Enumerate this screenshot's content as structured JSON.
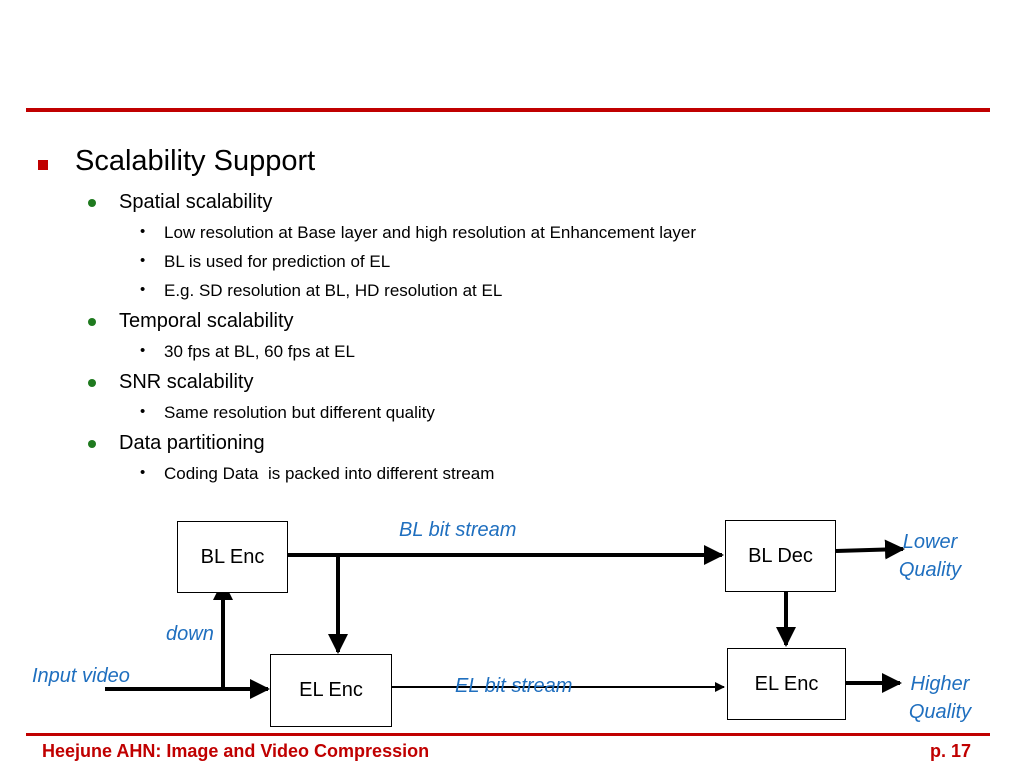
{
  "colors": {
    "accent": "#c00000",
    "bullet_level2": "#1f7a1f",
    "diagram_label": "#1f6fbf"
  },
  "content": {
    "heading": "Scalability Support",
    "items": [
      {
        "label": "Spatial scalability",
        "subitems": [
          "Low resolution at Base layer and high resolution at Enhancement layer",
          "BL is used for prediction of EL",
          "E.g. SD resolution at BL, HD resolution at EL"
        ]
      },
      {
        "label": "Temporal scalability",
        "subitems": [
          "30 fps at BL, 60 fps at EL"
        ]
      },
      {
        "label": "SNR scalability",
        "subitems": [
          "Same resolution but different quality"
        ]
      },
      {
        "label": "Data partitioning",
        "subitems": [
          "Coding Data  is packed into different stream"
        ]
      }
    ]
  },
  "diagram": {
    "boxes": {
      "bl_enc": "BL Enc",
      "bl_dec": "BL Dec",
      "el_enc_left": "EL Enc",
      "el_enc_right": "EL Enc"
    },
    "labels": {
      "bl_bit_stream": "BL bit stream",
      "el_bit_stream": "EL bit stream",
      "down": "down",
      "input_video": "Input video",
      "lower_quality_line1": "Lower",
      "lower_quality_line2": "Quality",
      "higher_quality_line1": "Higher",
      "higher_quality_line2": "Quality"
    }
  },
  "footer": {
    "title": "Heejune AHN: Image and Video Compression",
    "page": "p. 17"
  }
}
